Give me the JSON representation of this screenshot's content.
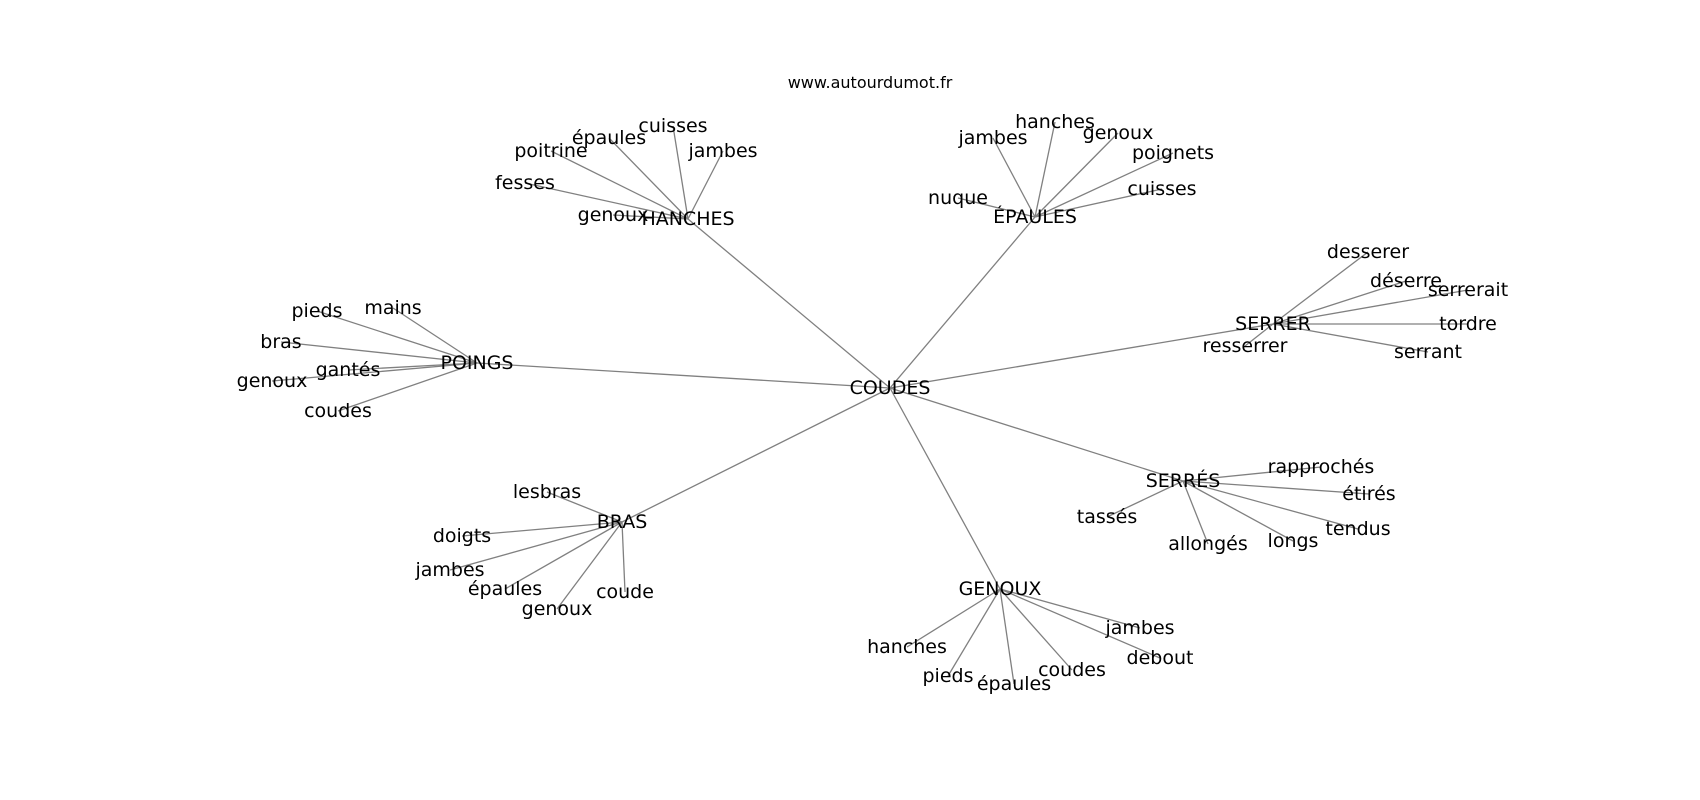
{
  "site": "www.autourdumot.fr",
  "graph": {
    "center": "COUDES",
    "hubs": [
      {
        "label": "HANCHES",
        "leaves": [
          "genoux",
          "fesses",
          "poitrine",
          "épaules",
          "cuisses",
          "jambes"
        ]
      },
      {
        "label": "ÉPAULES",
        "leaves": [
          "nuque",
          "jambes",
          "hanches",
          "genoux",
          "poignets",
          "cuisses"
        ]
      },
      {
        "label": "SERRER",
        "leaves": [
          "desserer",
          "déserre",
          "serrerait",
          "tordre",
          "serrant",
          "resserrer"
        ]
      },
      {
        "label": "POINGS",
        "leaves": [
          "pieds",
          "mains",
          "bras",
          "gantés",
          "genoux",
          "coudes"
        ]
      },
      {
        "label": "SERRÉS",
        "leaves": [
          "rapprochés",
          "étirés",
          "tendus",
          "longs",
          "allongés",
          "tassés"
        ]
      },
      {
        "label": "BRAS",
        "leaves": [
          "lesbras",
          "doigts",
          "jambes",
          "épaules",
          "genoux",
          "coude"
        ]
      },
      {
        "label": "GENOUX",
        "leaves": [
          "hanches",
          "pieds",
          "épaules",
          "coudes",
          "debout",
          "jambes"
        ]
      }
    ]
  }
}
